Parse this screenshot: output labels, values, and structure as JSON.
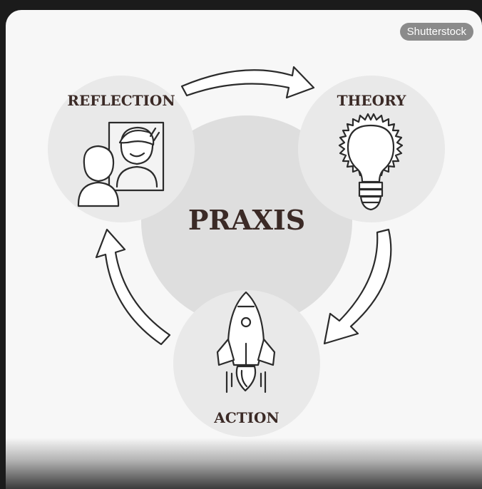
{
  "watermark": "Shutterstock",
  "center_label": "PRAXIS",
  "nodes": {
    "reflection": {
      "label": "REFLECTION",
      "icon": "people-mirror-icon"
    },
    "theory": {
      "label": "THEORY",
      "icon": "lightbulb-icon"
    },
    "action": {
      "label": "ACTION",
      "icon": "rocket-icon"
    }
  },
  "colors": {
    "background": "#f7f7f7",
    "circle_fill": "#e8e8e8",
    "center_fill": "#dedede",
    "text": "#3b2a26",
    "line": "#2b2b2b"
  }
}
